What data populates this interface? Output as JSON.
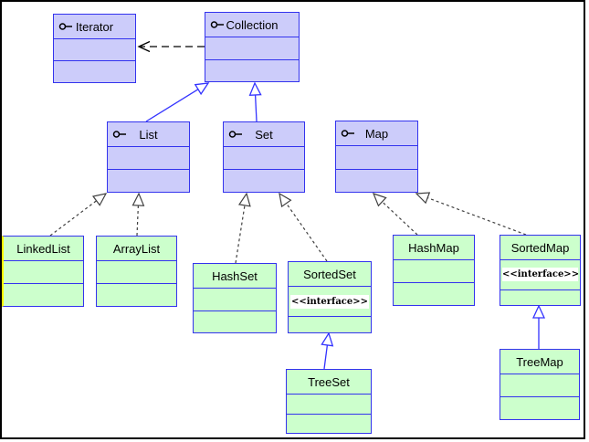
{
  "diagram": {
    "kind": "uml-class-diagram",
    "nodes": [
      {
        "id": "iterator",
        "name": "Iterator",
        "kind": "interface"
      },
      {
        "id": "collection",
        "name": "Collection",
        "kind": "interface"
      },
      {
        "id": "list",
        "name": "List",
        "kind": "interface"
      },
      {
        "id": "set",
        "name": "Set",
        "kind": "interface"
      },
      {
        "id": "map",
        "name": "Map",
        "kind": "interface"
      },
      {
        "id": "linkedlist",
        "name": "LinkedList",
        "kind": "class"
      },
      {
        "id": "arraylist",
        "name": "ArrayList",
        "kind": "class"
      },
      {
        "id": "hashset",
        "name": "HashSet",
        "kind": "class"
      },
      {
        "id": "sortedset",
        "name": "SortedSet",
        "kind": "class",
        "stereotype": "<<interface>>"
      },
      {
        "id": "hashmap",
        "name": "HashMap",
        "kind": "class"
      },
      {
        "id": "sortedmap",
        "name": "SortedMap",
        "kind": "class",
        "stereotype": "<<interface>>"
      },
      {
        "id": "treeset",
        "name": "TreeSet",
        "kind": "class"
      },
      {
        "id": "treemap",
        "name": "TreeMap",
        "kind": "class"
      }
    ],
    "edges": [
      {
        "from": "Collection",
        "to": "Iterator",
        "relation": "dependency"
      },
      {
        "from": "List",
        "to": "Collection",
        "relation": "generalization"
      },
      {
        "from": "Set",
        "to": "Collection",
        "relation": "generalization"
      },
      {
        "from": "LinkedList",
        "to": "List",
        "relation": "realization"
      },
      {
        "from": "ArrayList",
        "to": "List",
        "relation": "realization"
      },
      {
        "from": "HashSet",
        "to": "Set",
        "relation": "realization"
      },
      {
        "from": "SortedSet",
        "to": "Set",
        "relation": "realization"
      },
      {
        "from": "HashMap",
        "to": "Map",
        "relation": "realization"
      },
      {
        "from": "SortedMap",
        "to": "Map",
        "relation": "realization"
      },
      {
        "from": "TreeSet",
        "to": "SortedSet",
        "relation": "generalization"
      },
      {
        "from": "TreeMap",
        "to": "SortedMap",
        "relation": "generalization"
      }
    ],
    "colors": {
      "interface_fill": "#ccccfa",
      "class_fill": "#ccffcc",
      "box_border": "#3333ee",
      "generalization": "#3333ff",
      "realization": "#404040",
      "dependency": "#000000",
      "highlight": "#ffff00",
      "frame": "#000000"
    }
  }
}
